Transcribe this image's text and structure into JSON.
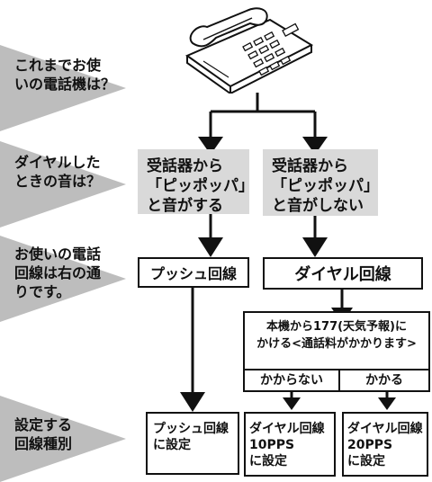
{
  "colors": {
    "step_fill": "#bdbdbd",
    "grey_box": "#d9d9d9",
    "line": "#111111"
  },
  "steps": [
    {
      "label": "これまでお使\nいの電話機は？"
    },
    {
      "label": "ダイヤルした\nときの音は？"
    },
    {
      "label": "お使いの電話\n回線は右の通\nりです。"
    },
    {
      "label": "設定する\n回線種別"
    }
  ],
  "sound_left": "受話器から\n「ピッポッパ」\nと音がする",
  "sound_right": "受話器から\n「ピッポッパ」\nと音がしない",
  "line_push": "プッシュ回線",
  "line_dial": "ダイヤル回線",
  "question": "本機から177(天気予報)に\nかける<通話料がかかります>",
  "answer_no": "かからない",
  "answer_yes": "かかる",
  "result_push": "プッシュ回線\nに設定",
  "result_10pps": "ダイヤル回線\n10PPS\nに設定",
  "result_20pps": "ダイヤル回線\n20PPS\nに設定"
}
